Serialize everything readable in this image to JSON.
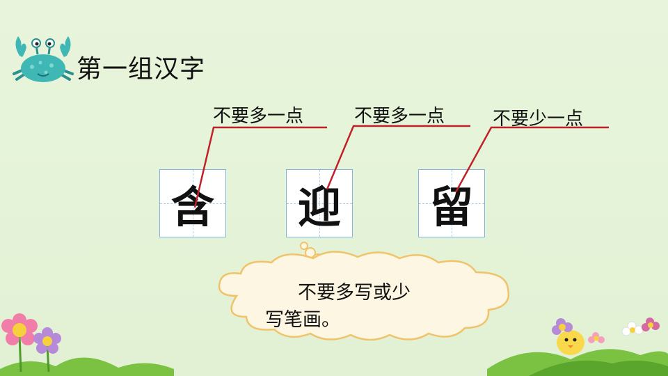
{
  "slide": {
    "title": "第一组汉字",
    "annotations": [
      "不要多一点",
      "不要多一点",
      "不要少一点"
    ],
    "characters": [
      "含",
      "迎",
      "留"
    ],
    "thought_bubble": {
      "line1": "不要多写或少",
      "line2": "写笔画。"
    },
    "colors": {
      "background": "#e6f3da",
      "pointer_line": "#c0202a",
      "grid_border": "#7fb6e6",
      "cloud_fill": "#fdf6e2",
      "cloud_stroke": "#f0c36a",
      "crab": "#3fb7b5"
    },
    "icons": [
      "crab-icon",
      "flower-icon",
      "chick-icon"
    ]
  }
}
